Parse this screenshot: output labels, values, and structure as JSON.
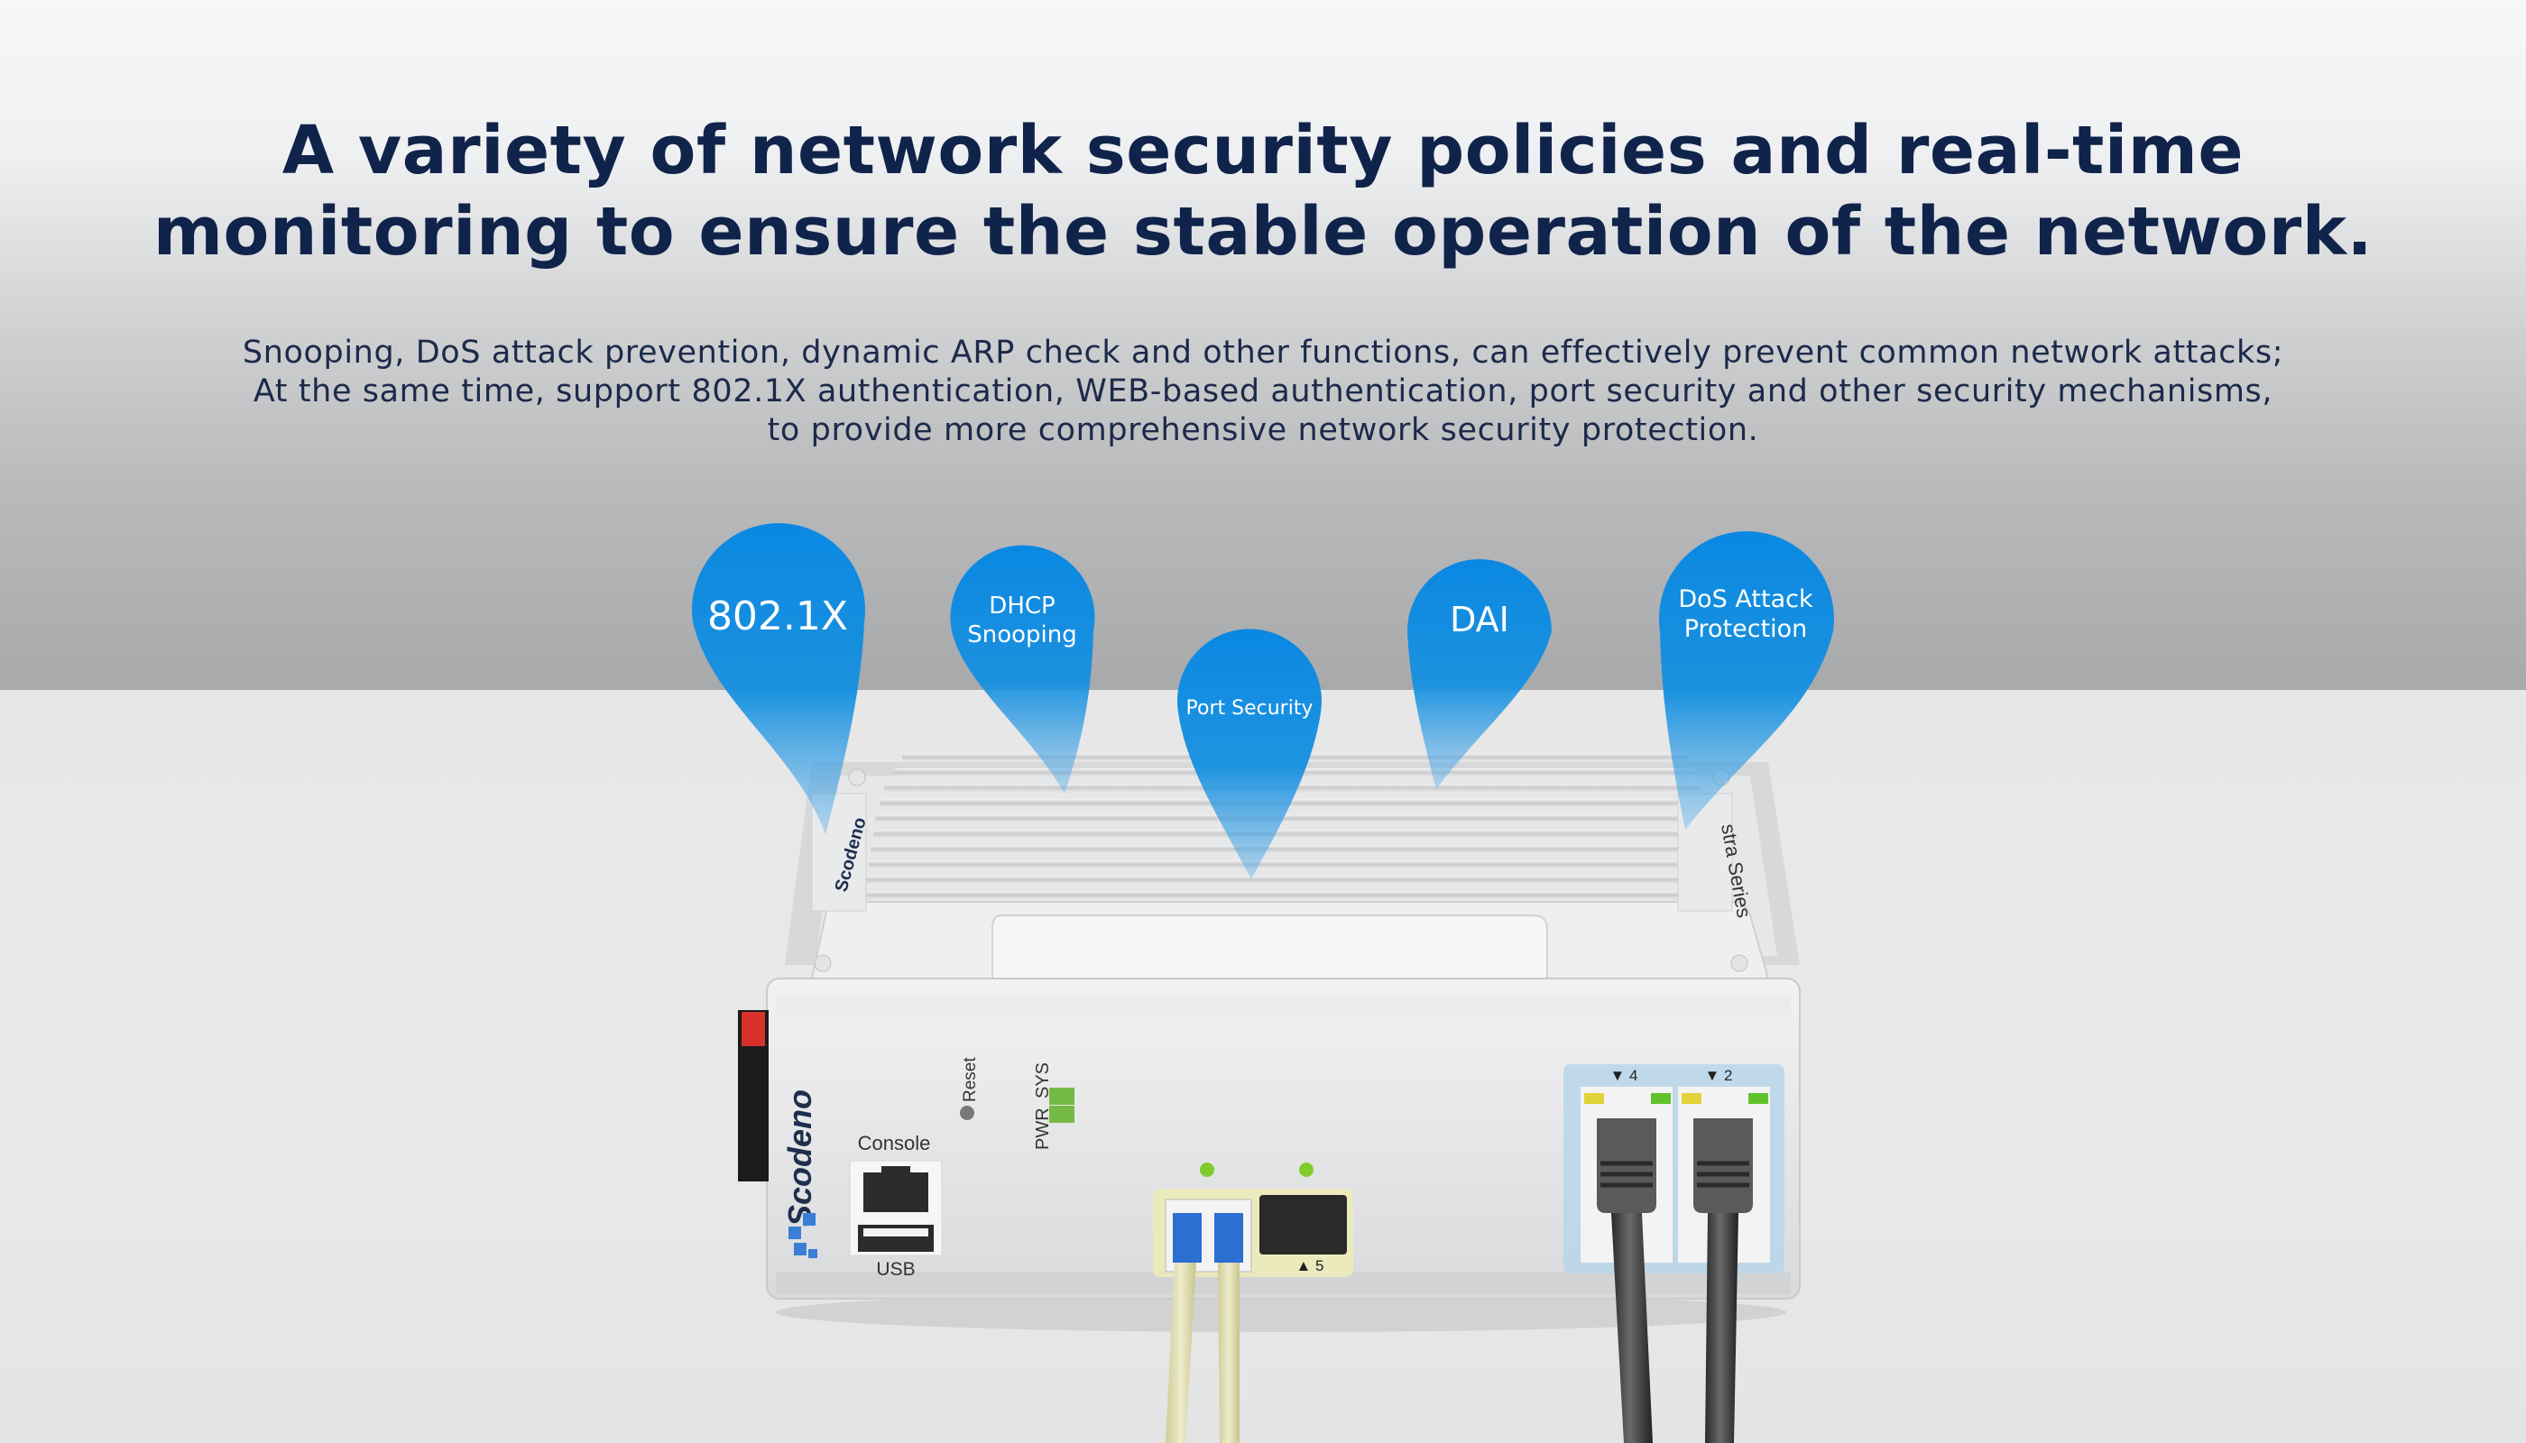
{
  "headline": {
    "line1": "A variety of network security policies and real-time",
    "line2": "monitoring to ensure the stable operation of the network."
  },
  "description": {
    "line1": "Snooping, DoS attack prevention, dynamic ARP check and other functions, can effectively prevent common network attacks;",
    "line2": "At the same time, support 802.1X authentication, WEB-based authentication, port security and other security mechanisms,",
    "line3": "to provide more comprehensive network security protection."
  },
  "feature_pins": [
    {
      "line1": "802.1X",
      "line2": ""
    },
    {
      "line1": "DHCP",
      "line2": "Snooping"
    },
    {
      "line1": "Port Security",
      "line2": ""
    },
    {
      "line1": "DAI",
      "line2": ""
    },
    {
      "line1": "DoS Attack",
      "line2": "Protection"
    }
  ],
  "device": {
    "brand": "Scodeno",
    "series_label": "stra Series",
    "port_labels": {
      "console": "Console",
      "usb": "USB",
      "reset": "Reset",
      "pwr": "PWR",
      "sys": "SYS",
      "sfp_port": "5",
      "rj45_port_a": "4",
      "rj45_port_b": "2"
    }
  },
  "colors": {
    "headline": "#10234a",
    "pin_blue": "#0a88e2",
    "led_green": "#7dc83a",
    "led_yellow": "#e6d63a",
    "brand_blue": "#3a7fd5"
  }
}
